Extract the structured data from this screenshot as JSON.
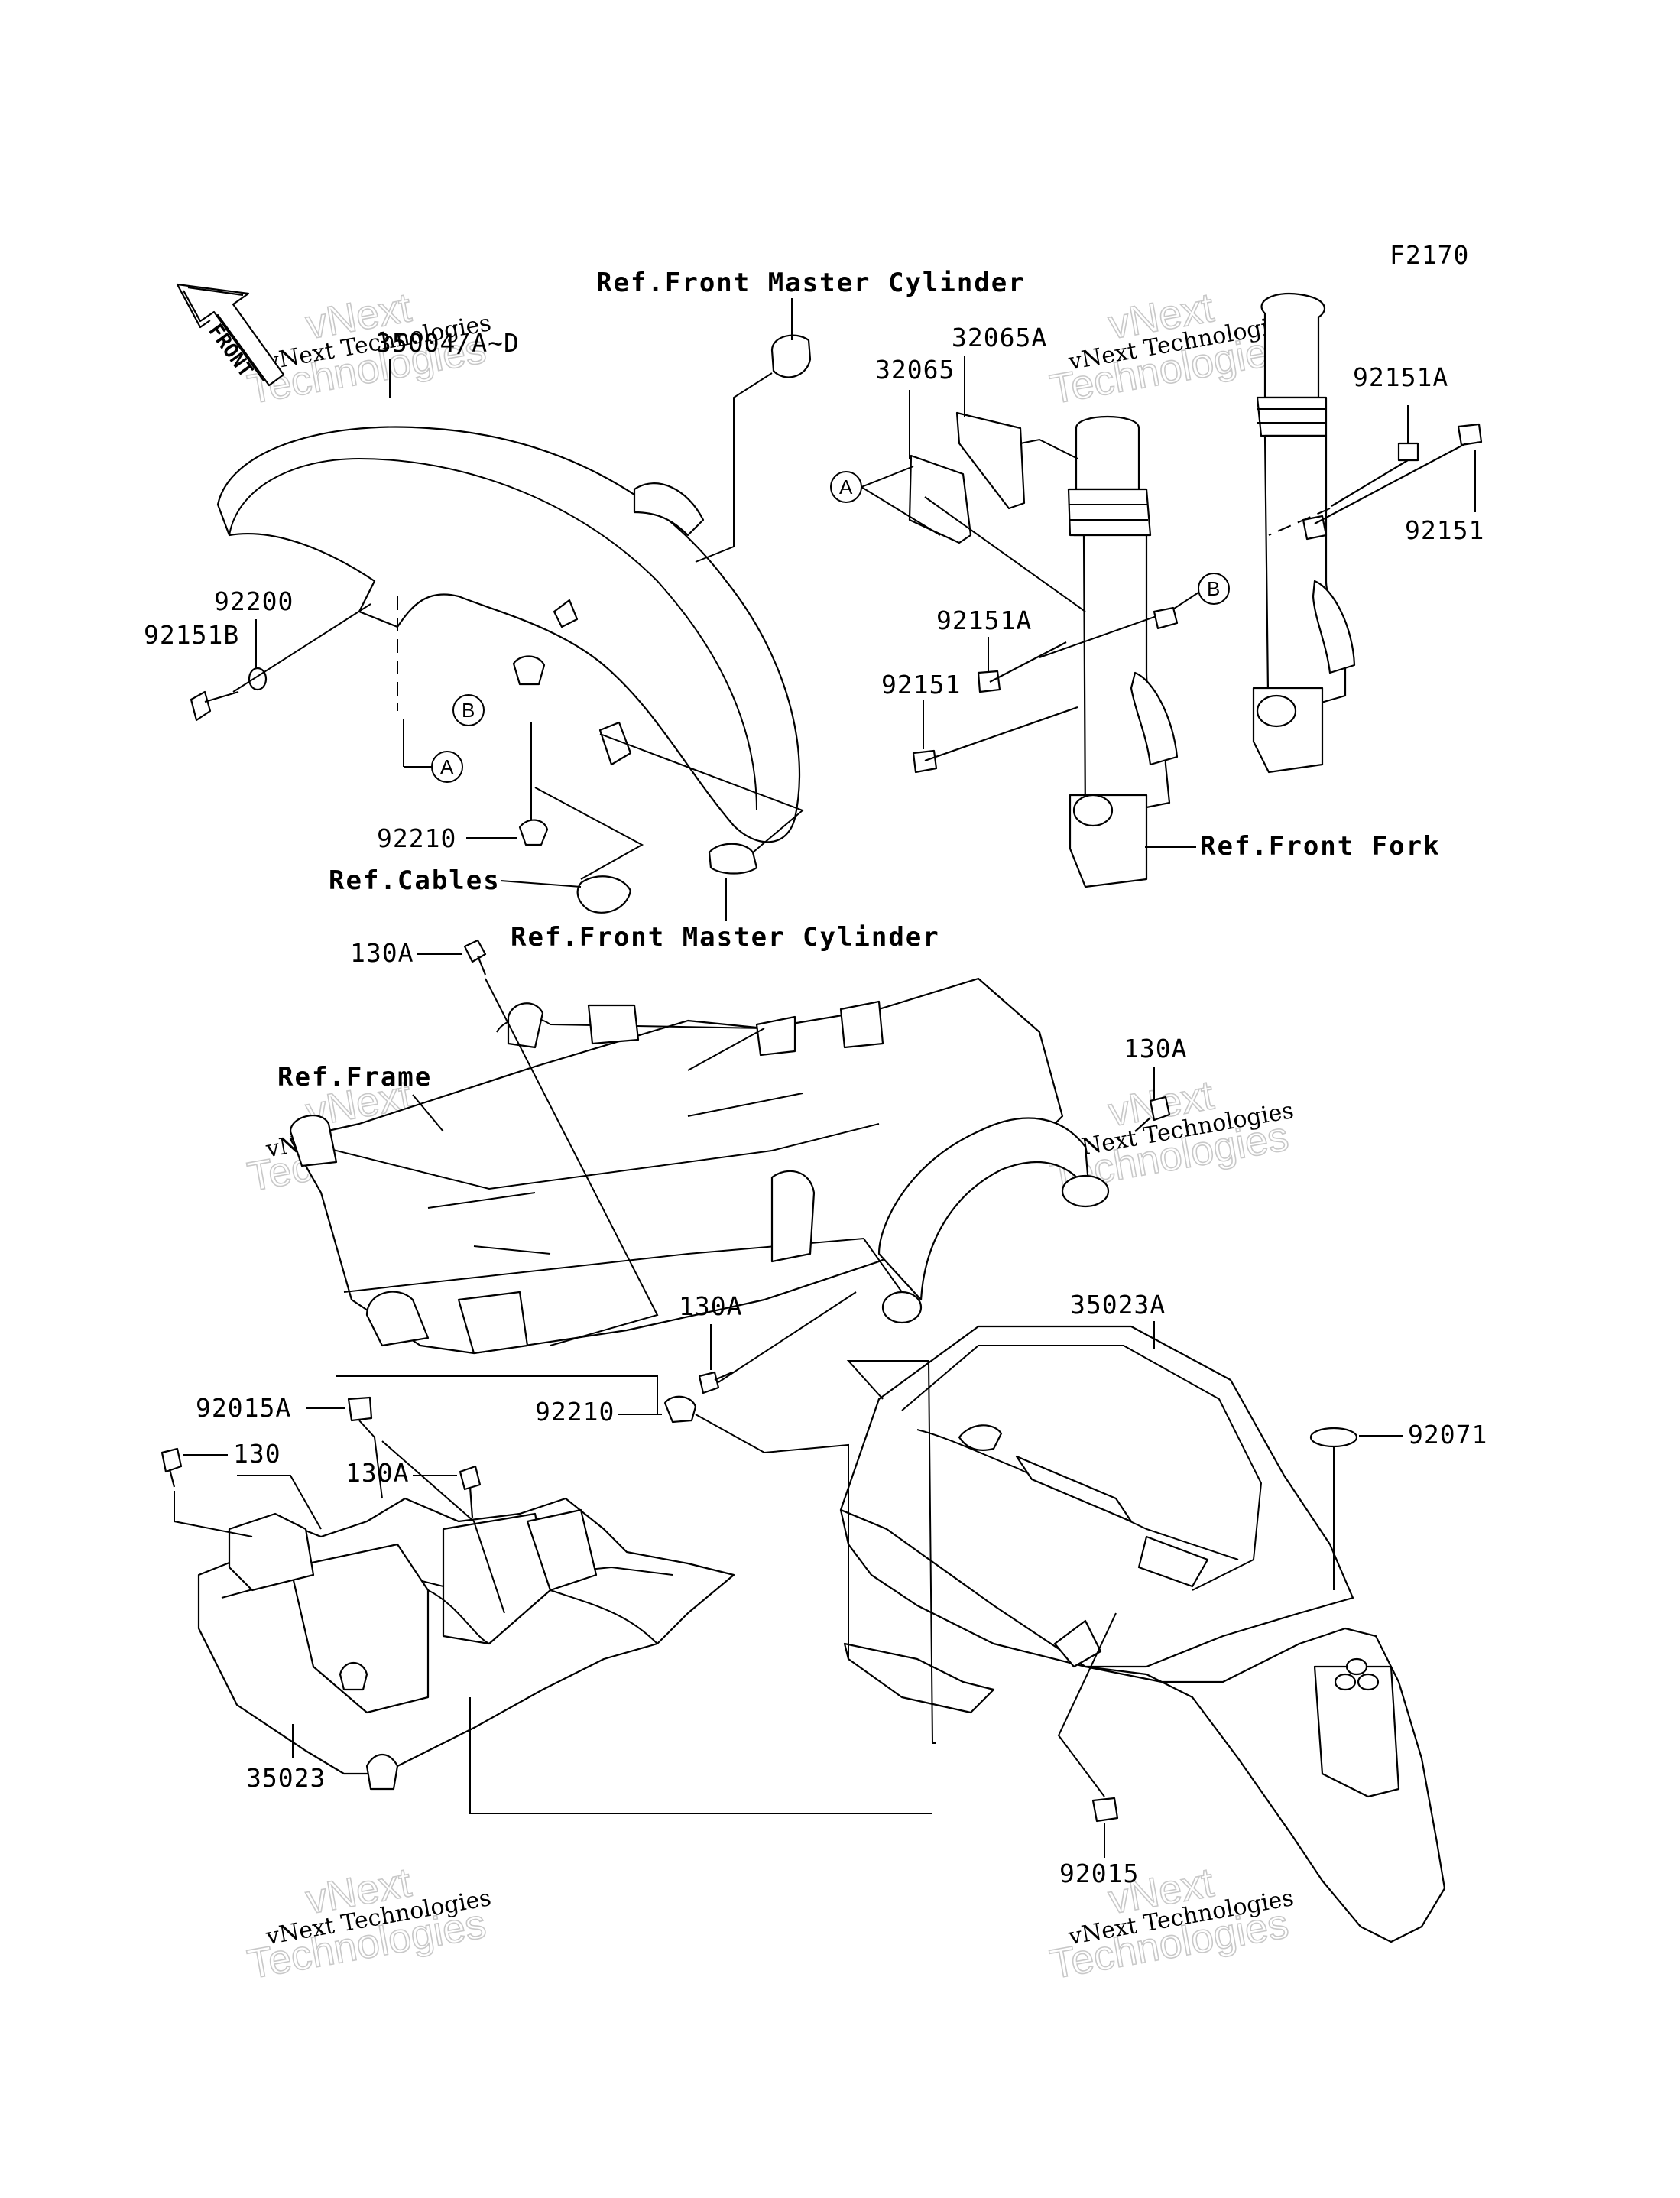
{
  "diagram_code": "F2170",
  "front_arrow_text": "FRONT",
  "circle_markers": {
    "a": "A",
    "b": "B"
  },
  "part_labels": {
    "p35004": "35004/A~D",
    "p92200": "92200",
    "p92151B": "92151B",
    "p92210_top": "92210",
    "p32065A": "32065A",
    "p32065": "32065",
    "p92151A_right": "92151A",
    "p92151_right": "92151",
    "p92151A_mid": "92151A",
    "p92151_mid": "92151",
    "p130A_top": "130A",
    "p130A_right": "130A",
    "p130A_mid": "130A",
    "p130A_low": "130A",
    "p35023A": "35023A",
    "p92015A": "92015A",
    "p130": "130",
    "p92210_mid": "92210",
    "p92071": "92071",
    "p35023": "35023",
    "p92015": "92015"
  },
  "ref_labels": {
    "master_cyl_top": "Ref.Front Master Cylinder",
    "master_cyl_bottom": "Ref.Front Master Cylinder",
    "front_fork": "Ref.Front Fork",
    "cables": "Ref.Cables",
    "frame": "Ref.Frame"
  },
  "watermark": {
    "line1": "vNext Technologies",
    "line2": "vNext",
    "line3": "Technologies"
  }
}
